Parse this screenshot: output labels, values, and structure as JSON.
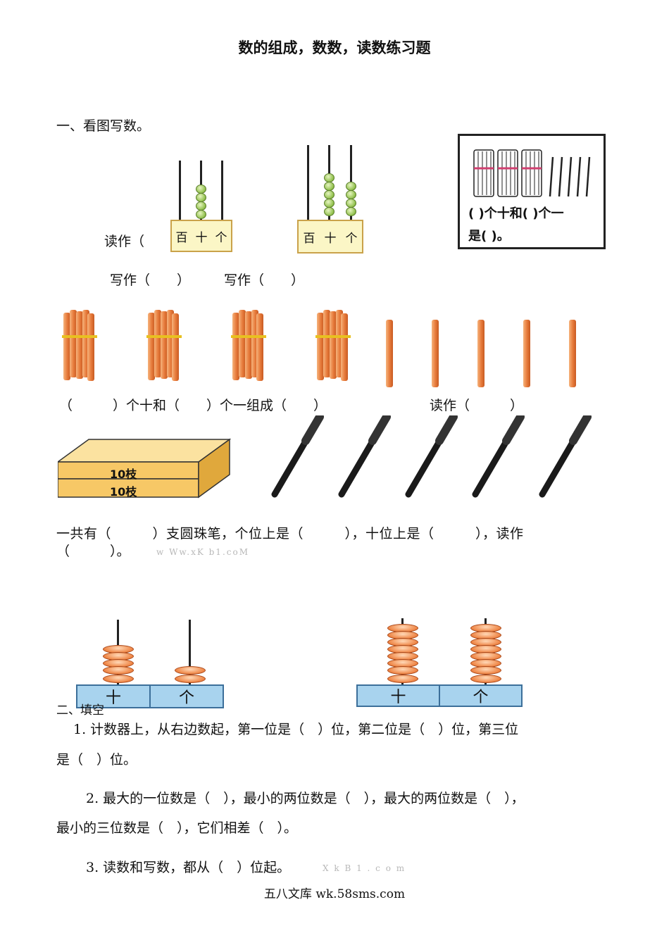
{
  "title": "数的组成，数数，读数练习题",
  "section1": {
    "heading": "一、看图写数。",
    "abacus_labels": [
      "百",
      "十",
      "个"
    ],
    "read_as_label": "读作（",
    "write_as_1": "写作（　　）",
    "write_as_2": "写作（　　）",
    "box_caption_line1": "(  )个十和(   )个一",
    "box_caption_line2": "是(  )。",
    "sticks_line": "（　　　）个十和（　　）个一组成（　　）",
    "sticks_read": "读作（　　　）",
    "pen_box_labels": [
      "10枝",
      "10枝"
    ],
    "pens_line1": "一共有（　　　）支圆珠笔，个位上是（　　　），十位上是（　　　），读作",
    "pens_line2": "（　　　）。",
    "watermark1": "w Ww.xK b1.coM"
  },
  "section2": {
    "heading": "二、填空",
    "counter_labels": [
      "十",
      "个"
    ],
    "q1_line1": "1. 计数器上，从右边数起，第一位是（　）位，第二位是（　）位，第三位",
    "q1_line2": "是（　）位。",
    "q2_line1": "2. 最大的一位数是（　），最小的两位数是（　），最大的两位数是（　），",
    "q2_line2": "最小的三位数是（　），它们相差（　）。",
    "q3": "3. 读数和写数，都从（　）位起。",
    "watermark2": "X k B 1 . c o m"
  },
  "footer": "五八文库 wk.58sms.com",
  "colors": {
    "abacus_base": "#fbf6c6",
    "bead_green": "#8fbf4a",
    "stick_orange": "#e67a3a",
    "counter_blue": "#a8d3ee",
    "bead_orange": "#f08a4b",
    "pen_box": "#f7c866"
  }
}
